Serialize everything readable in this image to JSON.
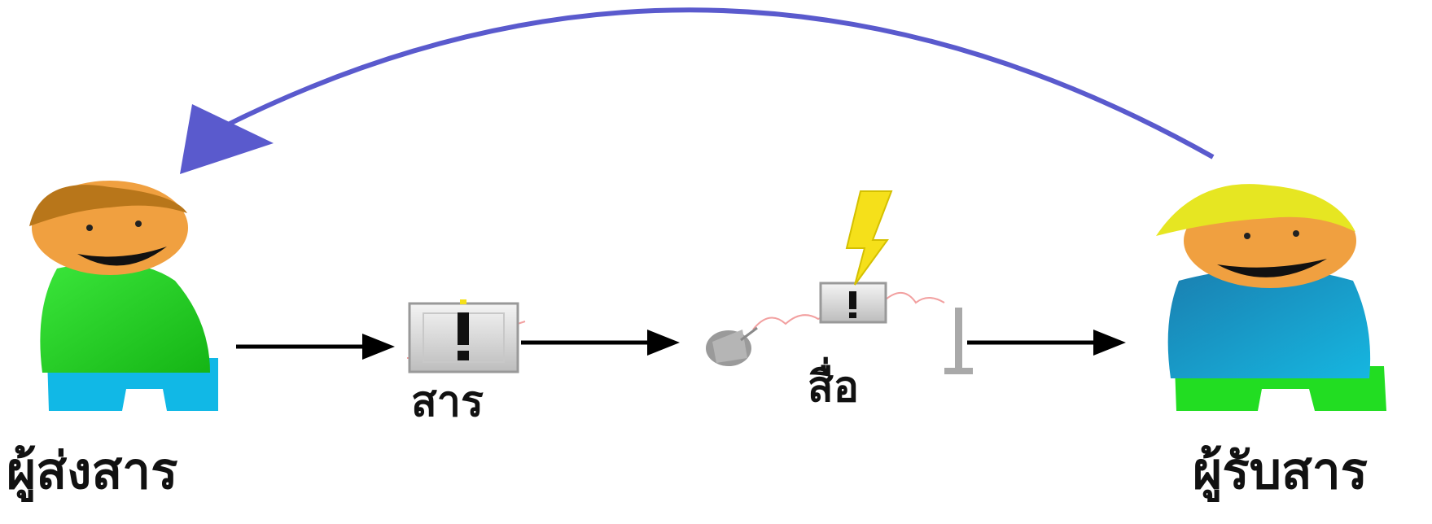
{
  "labels": {
    "sender": "ผู้ส่งสาร",
    "message": "สาร",
    "medium": "สื่อ",
    "receiver": "ผู้รับสาร"
  },
  "colors": {
    "feedback_arrow": "#5a5acd",
    "flow_arrow": "#000000",
    "sender_shirt": "#22cc22",
    "sender_pants": "#11b8e6",
    "sender_hair": "#b8761a",
    "receiver_shirt": "#1299c6",
    "receiver_pants": "#22dd22",
    "receiver_hair": "#e6e622",
    "skin": "#f0a040",
    "lightning": "#f5e01a",
    "signal_wave": "#f2a0a0"
  },
  "icons": {
    "sender": "person-sender-icon",
    "receiver": "person-receiver-icon",
    "message": "message-box-icon",
    "medium_transmitter": "satellite-dish-icon",
    "medium_relay": "relay-box-icon",
    "medium_antenna": "antenna-icon",
    "noise": "lightning-icon"
  }
}
